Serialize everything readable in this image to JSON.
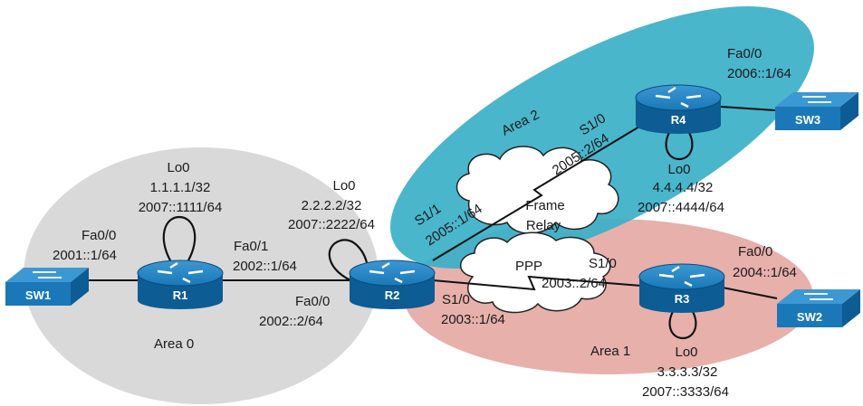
{
  "areas": [
    {
      "name": "Area 0",
      "color": "#d9d9d9"
    },
    {
      "name": "Area 2",
      "color": "#3ab0c8"
    },
    {
      "name": "Area 1",
      "color": "#e4a7a2"
    }
  ],
  "devices": {
    "r1": {
      "name": "R1",
      "lo_label": "Lo0",
      "lo_ipv4": "1.1.1.1/32",
      "lo_ipv6": "2007::1111/64"
    },
    "r2": {
      "name": "R2",
      "lo_label": "Lo0",
      "lo_ipv4": "2.2.2.2/32",
      "lo_ipv6": "2007::2222/64"
    },
    "r3": {
      "name": "R3",
      "lo_label": "Lo0",
      "lo_ipv4": "3.3.3.3/32",
      "lo_ipv6": "2007::3333/64"
    },
    "r4": {
      "name": "R4",
      "lo_label": "Lo0",
      "lo_ipv4": "4.4.4.4/32",
      "lo_ipv6": "2007::4444/64"
    },
    "sw1": {
      "name": "SW1"
    },
    "sw2": {
      "name": "SW2"
    },
    "sw3": {
      "name": "SW3"
    }
  },
  "interfaces": {
    "r1_fa00": {
      "name": "Fa0/0",
      "ip": "2001::1/64"
    },
    "r2_fa01": {
      "name": "Fa0/1",
      "ip": "2002::1/64"
    },
    "r2_fa00": {
      "name": "Fa0/0",
      "ip": "2002::2/64"
    },
    "r2_s11": {
      "name": "S1/1",
      "ip": "2005::1/64"
    },
    "r2_s10": {
      "name": "S1/0",
      "ip": "2003::1/64"
    },
    "r4_s10": {
      "name": "S1/0",
      "ip": "2005::2/64"
    },
    "r4_fa00": {
      "name": "Fa0/0",
      "ip": "2006::1/64"
    },
    "r3_s10": {
      "name": "S1/0",
      "ip": "2003::2/64"
    },
    "r3_fa00": {
      "name": "Fa0/0",
      "ip": "2004::1/64"
    }
  },
  "clouds": {
    "frame_relay_line1": "Frame",
    "frame_relay_line2": "Relay",
    "ppp": "PPP"
  },
  "colors": {
    "device_fill": "#1a78b8",
    "device_dark": "#0d5c94",
    "link": "#111111"
  }
}
